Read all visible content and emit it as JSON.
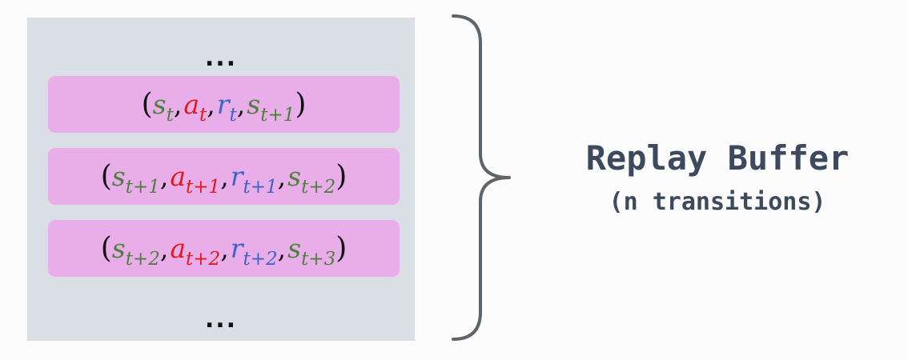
{
  "buffer": {
    "ellipsis_top": "...",
    "ellipsis_bottom": "...",
    "rows": [
      {
        "state": "s",
        "state_sub": "t",
        "action": "a",
        "action_sub": "t",
        "reward": "r",
        "reward_sub": "t",
        "next_state": "s",
        "next_state_sub": "t+1"
      },
      {
        "state": "s",
        "state_sub": "t+1",
        "action": "a",
        "action_sub": "t+1",
        "reward": "r",
        "reward_sub": "t+1",
        "next_state": "s",
        "next_state_sub": "t+2"
      },
      {
        "state": "s",
        "state_sub": "t+2",
        "action": "a",
        "action_sub": "t+2",
        "reward": "r",
        "reward_sub": "t+2",
        "next_state": "s",
        "next_state_sub": "t+3"
      }
    ],
    "punctuation": {
      "open": "(",
      "close": ")",
      "comma": ","
    }
  },
  "label": {
    "title": "Replay Buffer",
    "subtitle": "(n transitions)"
  },
  "colors": {
    "state": "#4f7f3d",
    "action": "#e01b1b",
    "reward": "#3d63c4",
    "row_background": "#e9aee9",
    "panel_background": "#d9dfe5",
    "label_text": "#3d4a5e"
  }
}
